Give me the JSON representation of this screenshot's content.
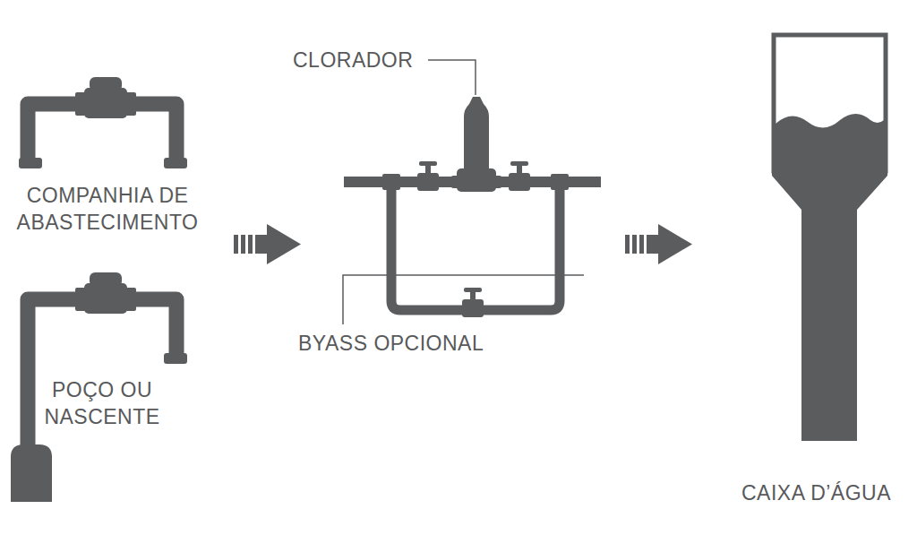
{
  "diagram": {
    "labels": [
      "CLORADOR",
      "COMPANHIA DE ABASTECIMENTO",
      "BYASS OPCIONAL",
      "POÇO OU NASCENTE",
      "CAIXA D’ÁGUA"
    ]
  }
}
